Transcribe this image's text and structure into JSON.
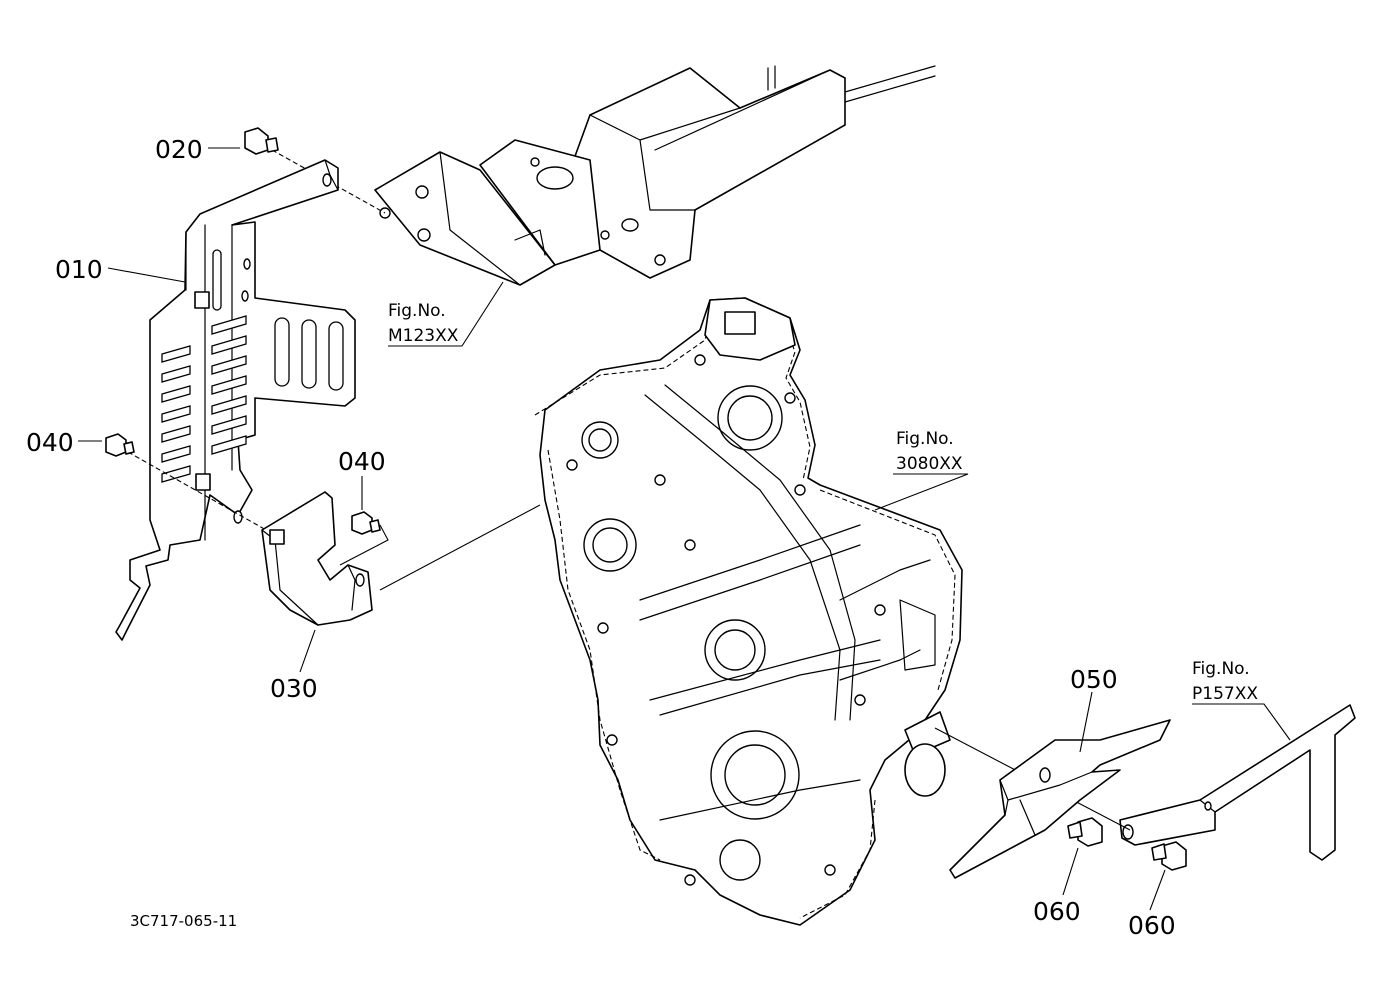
{
  "callouts": {
    "p010": "010",
    "p020": "020",
    "p030": "030",
    "p040_left": "040",
    "p040_mid": "040",
    "p050": "050",
    "p060_left": "060",
    "p060_right": "060"
  },
  "figure_refs": {
    "m123": {
      "label": "Fig.No.",
      "number": "M123XX"
    },
    "f3080": {
      "label": "Fig.No.",
      "number": "3080XX"
    },
    "p157": {
      "label": "Fig.No.",
      "number": "P157XX"
    }
  },
  "drawing_code": "3C717-065-11"
}
